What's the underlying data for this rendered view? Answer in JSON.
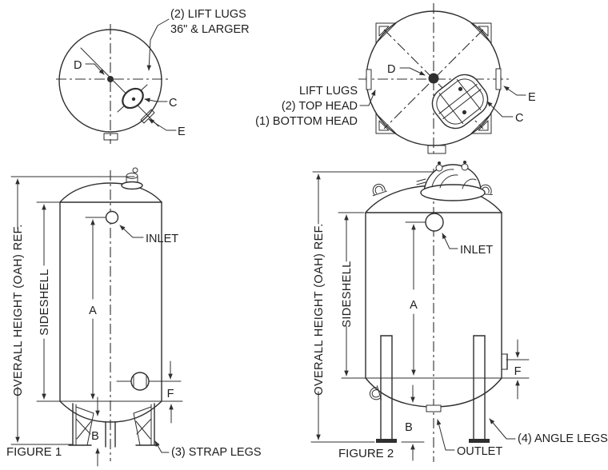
{
  "drawing": {
    "background_color": "#ffffff",
    "line_color": "#2f2f2f",
    "views": {
      "top_left": {
        "note_line1": "(2) LIFT LUGS",
        "note_line2": "36\" & LARGER",
        "label_d": "D",
        "label_c": "C",
        "label_e": "E"
      },
      "top_right": {
        "note_line1": "LIFT LUGS",
        "note_line2": "(2) TOP HEAD",
        "note_line3": "(1) BOTTOM HEAD",
        "label_d": "D",
        "label_c": "C",
        "label_e": "E"
      },
      "figure1": {
        "caption": "FIGURE 1",
        "oah_label": "OVERALL HEIGHT (OAH) REF.",
        "sideshell_label": "SIDESHELL",
        "dim_a": "A",
        "dim_b": "B",
        "dim_f": "F",
        "inlet_label": "INLET",
        "legs_note": "(3) STRAP LEGS"
      },
      "figure2": {
        "caption": "FIGURE 2",
        "oah_label": "OVERALL HEIGHT (OAH) REF.",
        "sideshell_label": "SIDESHELL",
        "dim_a": "A",
        "dim_b": "B",
        "dim_f": "F",
        "inlet_label": "INLET",
        "outlet_label": "OUTLET",
        "legs_note": "(4) ANGLE LEGS"
      }
    }
  }
}
